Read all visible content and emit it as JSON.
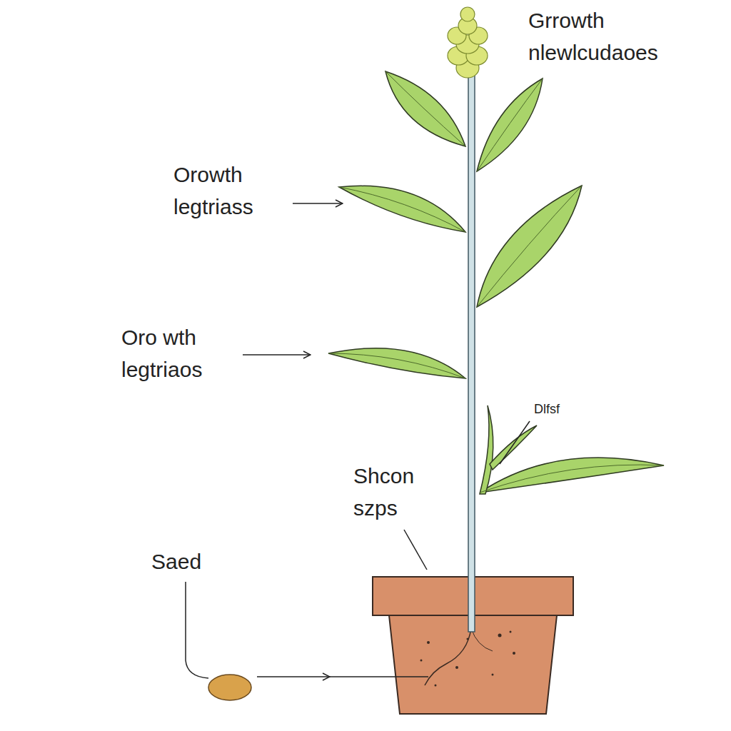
{
  "diagram": {
    "labels": [
      "Grrowth nlewlcudaoes",
      "Orowth legtriass",
      "Oro wth legtriaos",
      "Shcon szps",
      "Saed",
      "Dlfsf"
    ]
  }
}
